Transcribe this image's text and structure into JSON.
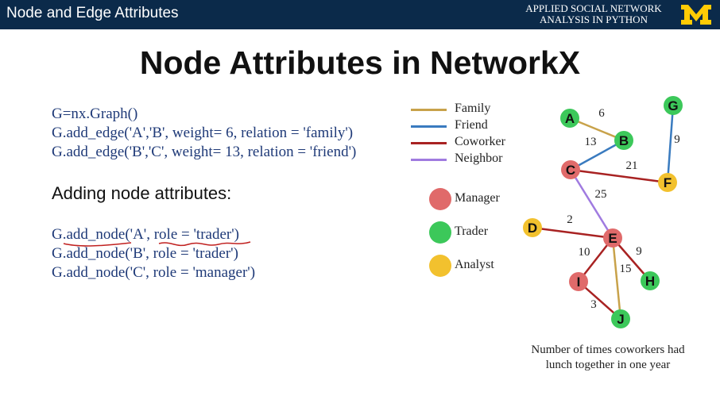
{
  "header": {
    "section_title": "Node and Edge Attributes",
    "course_line1": "APPLIED SOCIAL NETWORK",
    "course_line2": "ANALYSIS IN PYTHON",
    "logo_letter": "M"
  },
  "slide": {
    "title": "Node Attributes in NetworkX",
    "code_block1": [
      "G=nx.Graph()",
      "G.add_edge('A','B', weight= 6, relation = 'family')",
      "G.add_edge('B','C', weight= 13, relation = 'friend')"
    ],
    "heading": "Adding node attributes:",
    "code_block2": [
      "G.add_node('A', role = 'trader')",
      "G.add_node('B', role = 'trader')",
      "G.add_node('C', role = 'manager')"
    ]
  },
  "legend": {
    "edges": [
      {
        "label": "Family",
        "color": "#c8a24a"
      },
      {
        "label": "Friend",
        "color": "#3a7bbf"
      },
      {
        "label": "Coworker",
        "color": "#a82222"
      },
      {
        "label": "Neighbor",
        "color": "#a07be0"
      }
    ],
    "nodes": [
      {
        "label": "Manager",
        "color": "#e06a6a"
      },
      {
        "label": "Trader",
        "color": "#3cc85a"
      },
      {
        "label": "Analyst",
        "color": "#f2c12e"
      }
    ]
  },
  "graph": {
    "nodes": [
      {
        "id": "A",
        "role": "Trader"
      },
      {
        "id": "B",
        "role": "Trader"
      },
      {
        "id": "C",
        "role": "Manager"
      },
      {
        "id": "D",
        "role": "Analyst"
      },
      {
        "id": "E",
        "role": "Manager"
      },
      {
        "id": "F",
        "role": "Analyst"
      },
      {
        "id": "G",
        "role": "Trader"
      },
      {
        "id": "H",
        "role": "Trader"
      },
      {
        "id": "I",
        "role": "Manager"
      },
      {
        "id": "J",
        "role": "Trader"
      }
    ],
    "edges": [
      {
        "source": "A",
        "target": "B",
        "weight": "6",
        "relation": "Family"
      },
      {
        "source": "B",
        "target": "C",
        "weight": "13",
        "relation": "Friend"
      },
      {
        "source": "C",
        "target": "F",
        "weight": "21",
        "relation": "Coworker"
      },
      {
        "source": "F",
        "target": "G",
        "weight": "9",
        "relation": "Friend"
      },
      {
        "source": "C",
        "target": "E",
        "weight": "25",
        "relation": "Neighbor"
      },
      {
        "source": "D",
        "target": "E",
        "weight": "2",
        "relation": "Coworker"
      },
      {
        "source": "E",
        "target": "H",
        "weight": "9",
        "relation": "Coworker"
      },
      {
        "source": "E",
        "target": "I",
        "weight": "10",
        "relation": "Coworker"
      },
      {
        "source": "E",
        "target": "J",
        "weight": "15",
        "relation": "Family"
      },
      {
        "source": "I",
        "target": "J",
        "weight": "3",
        "relation": "Coworker"
      }
    ],
    "caption_line1": "Number of times coworkers had",
    "caption_line2": "lunch together in one year"
  }
}
